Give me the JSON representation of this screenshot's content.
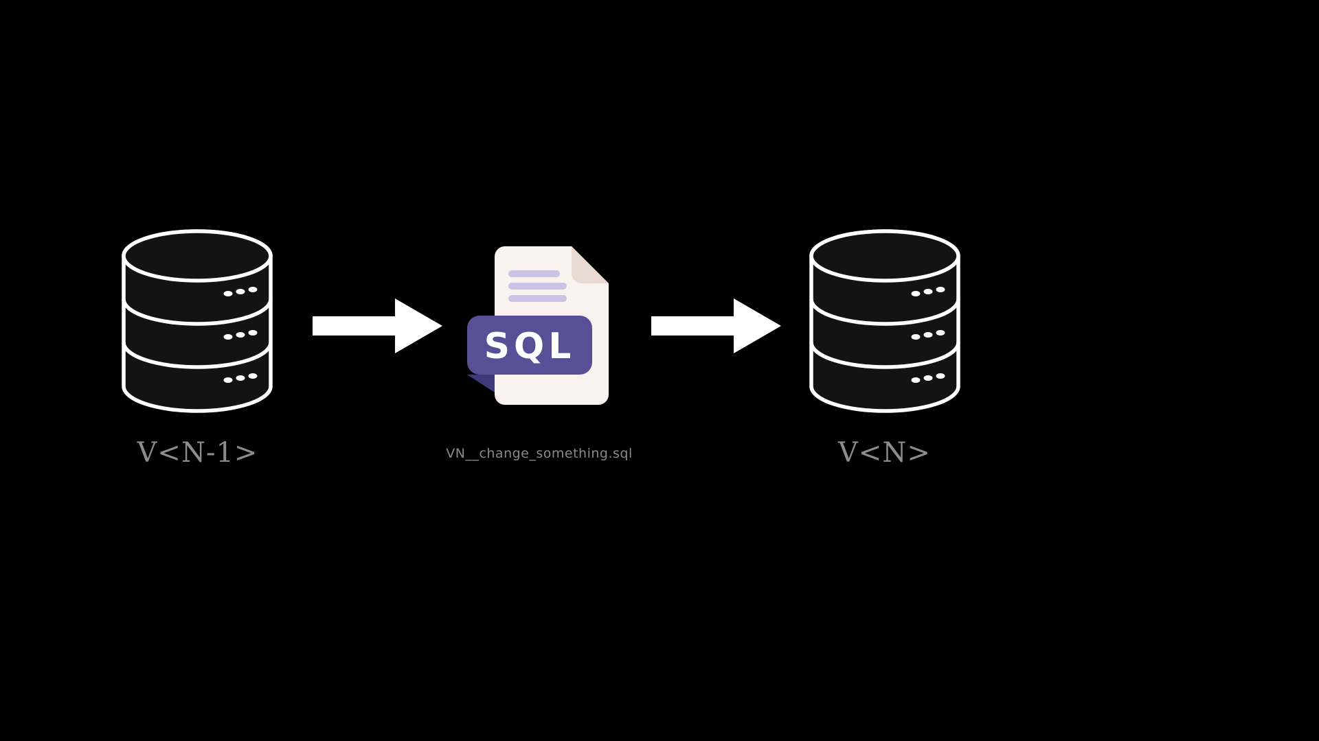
{
  "diagram": {
    "nodes": {
      "source_db": {
        "label": "V<N-1>",
        "icon": "database-icon"
      },
      "migration": {
        "filename": "VN__change_something.sql",
        "badge_text": "SQL",
        "icon": "sql-file-icon"
      },
      "target_db": {
        "label": "V<N>",
        "icon": "database-icon"
      }
    },
    "flow": [
      "source_db",
      "migration",
      "target_db"
    ],
    "colors": {
      "background": "#000000",
      "database_fill": "#131313",
      "database_stroke": "#ffffff",
      "arrow_fill": "#ffffff",
      "file_body": "#f9f2ee",
      "file_fold": "#e9dad3",
      "file_lines": "#cac3e3",
      "badge_fill": "#575096",
      "badge_fold": "#403a78",
      "badge_text_color": "#ffffff",
      "label_color": "#8d8d8d"
    }
  }
}
